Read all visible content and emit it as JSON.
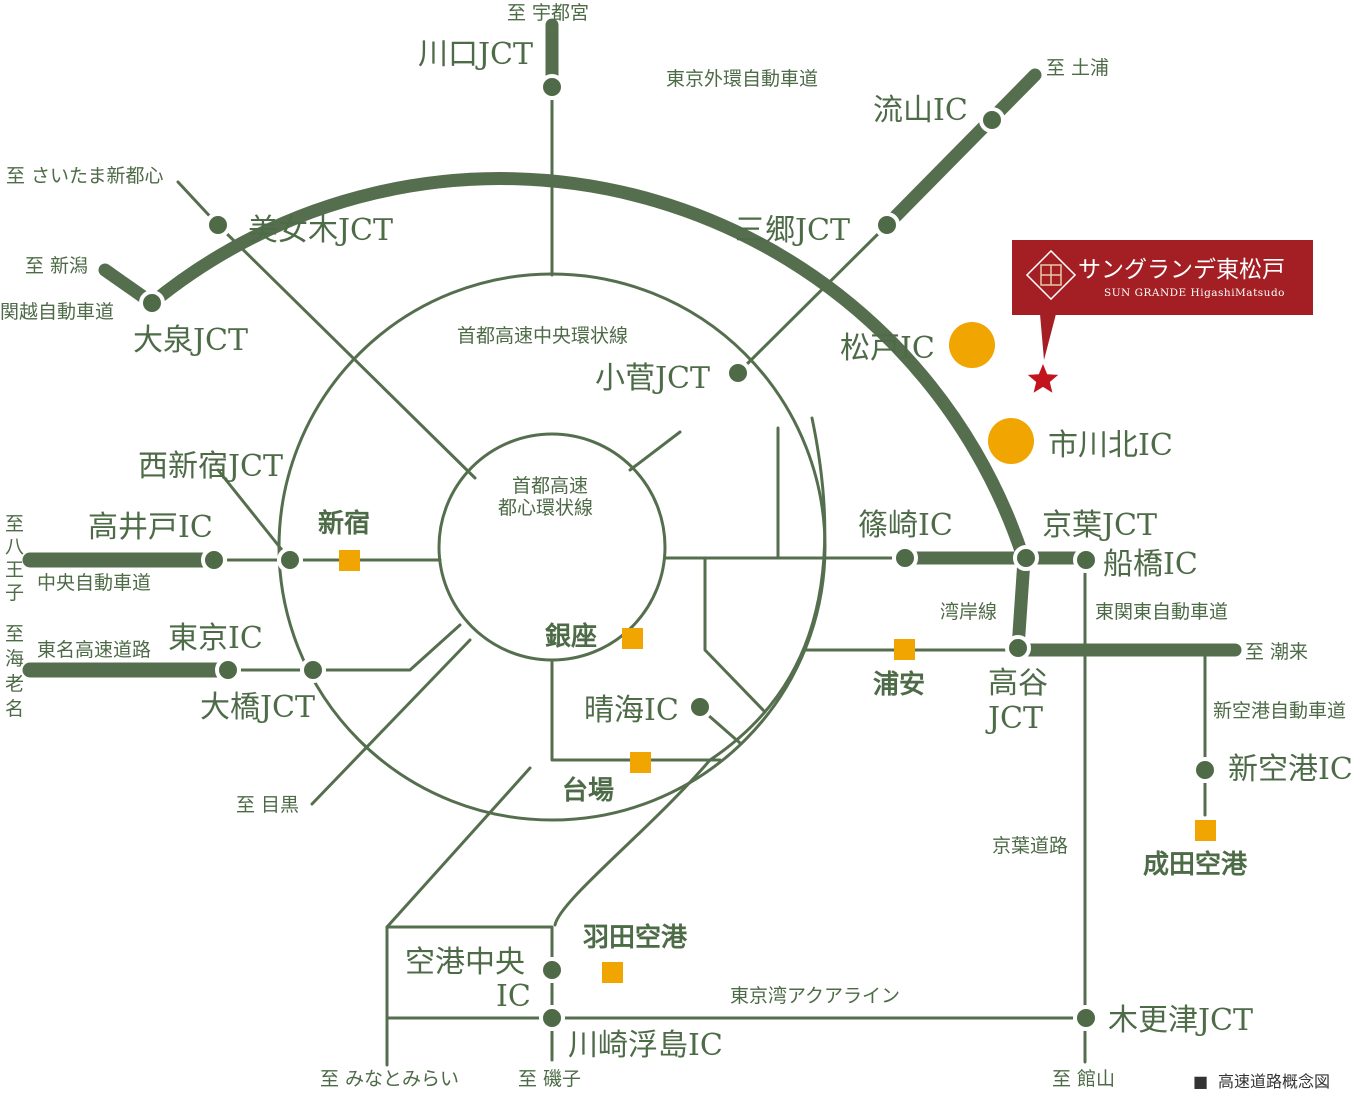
{
  "labels": {
    "to_utsunomiya": "至 宇都宮",
    "kawaguchi_jct": "川口JCT",
    "gaikan": "東京外環自動車道",
    "to_tsuchiura": "至 土浦",
    "nagareyama_ic": "流山IC",
    "to_saitama_shintoshin": "至 さいたま新都心",
    "bijogi_jct": "美女木JCT",
    "misato_jct": "三郷JCT",
    "to_niigata": "至 新潟",
    "kanetsu": "関越自動車道",
    "oizumi_jct": "大泉JCT",
    "chuo_kanjo": "首都高速中央環状線",
    "matsudo_ic": "松戸IC",
    "kosuge_jct": "小菅JCT",
    "ichikawakita_ic": "市川北IC",
    "nishishinjuku_jct": "西新宿JCT",
    "toshin_kanjo_1": "首都高速",
    "toshin_kanjo_2": "都心環状線",
    "takaido_ic": "高井戸IC",
    "shinjuku": "新宿",
    "shinozaki_ic": "篠崎IC",
    "keiyo_jct": "京葉JCT",
    "funabashi_ic": "船橋IC",
    "to_hachioji": "至八王子",
    "chuo_expwy": "中央自動車道",
    "wangan": "湾岸線",
    "higashikanto": "東関東自動車道",
    "to_ebina": "至海老名",
    "tomei": "東名高速道路",
    "tokyo_ic": "東京IC",
    "ginza": "銀座",
    "urayasu": "浦安",
    "takaya_jct_1": "高谷",
    "takaya_jct_2": "JCT",
    "to_itako": "至 潮来",
    "ohashi_jct": "大橋JCT",
    "harumi_ic": "晴海IC",
    "shinkuko_expwy": "新空港自動車道",
    "shinkuko_ic": "新空港IC",
    "odaiba": "台場",
    "to_meguro": "至 目黒",
    "keiyo_road": "京葉道路",
    "narita_airport": "成田空港",
    "haneda_airport": "羽田空港",
    "kuko_chuo_ic_1": "空港中央",
    "kuko_chuo_ic_2": "IC",
    "aqualine": "東京湾アクアライン",
    "kisarazu_jct": "木更津JCT",
    "kawasaki_ukishima_ic": "川崎浮島IC",
    "to_minatomirai": "至 みなとみらい",
    "to_isogo": "至 磯子",
    "to_tateyama": "至 館山"
  },
  "brand": {
    "name_ja": "サングランデ東松戸",
    "name_en": "SUN GRANDE HigashiMatsudo",
    "box_color": "#a31f24"
  },
  "legend": {
    "symbol": "■",
    "text": "高速道路概念図"
  },
  "colors": {
    "road": "#556f4e",
    "node": "#4f6a47",
    "highlight": "#f0a500",
    "star": "#c2141d",
    "brand": "#a31f24"
  },
  "icons": [
    "brand-logo-icon",
    "property-star-icon",
    "legend-square-icon"
  ]
}
